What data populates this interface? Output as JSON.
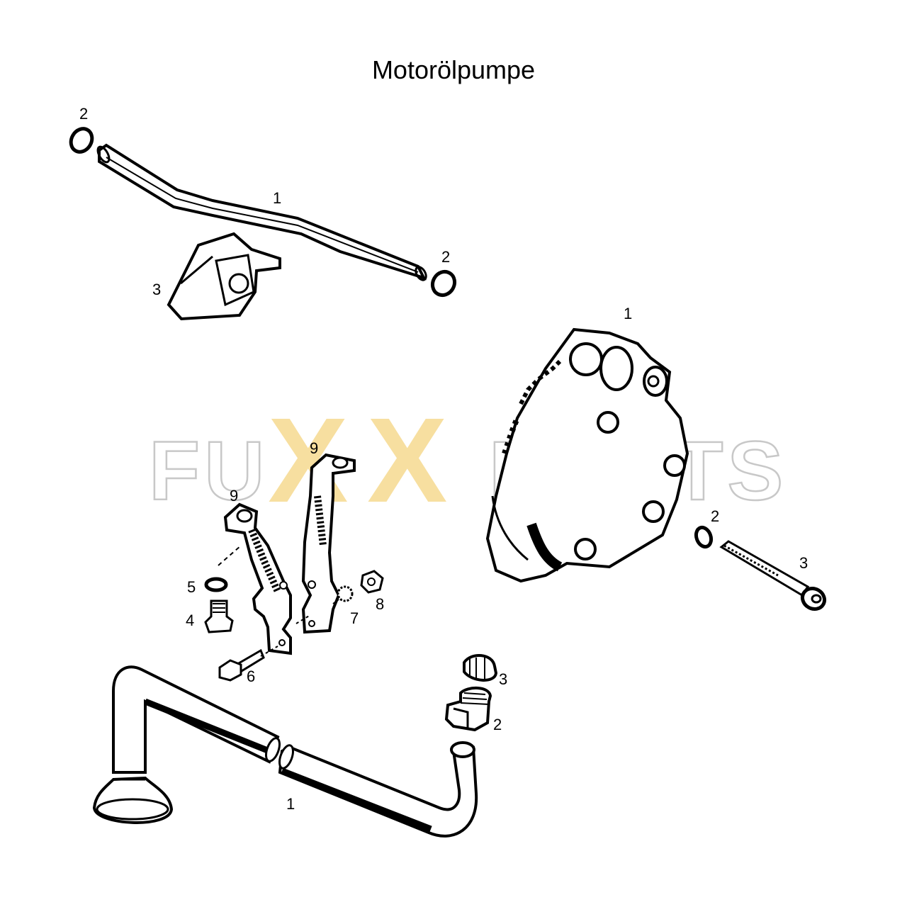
{
  "title": "Motorölpumpe",
  "watermark": {
    "left": "FU",
    "x1": "X",
    "x2": "X",
    "right": "PARTS",
    "gray": "#c8c8c8",
    "gold": "#f7dfa0"
  },
  "callouts": {
    "suction_pipe_top": {
      "ring_left": "2",
      "pipe": "1",
      "bracket": "3",
      "ring_right": "2"
    },
    "pump": {
      "pump": "1",
      "washer": "2",
      "screw": "3"
    },
    "brackets": {
      "bracket_left": "9",
      "bracket_right": "9",
      "washer": "5",
      "bolt": "4",
      "screw": "6",
      "lock_washer": "7",
      "nut": "8"
    },
    "intake_pipe": {
      "pipe": "1",
      "fitting": "3",
      "union": "2"
    }
  }
}
